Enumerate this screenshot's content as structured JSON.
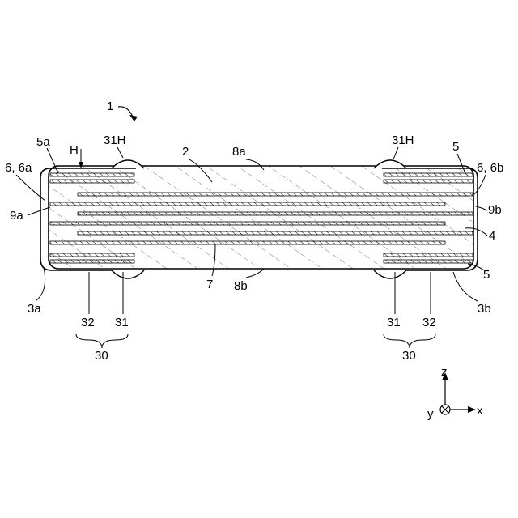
{
  "figure": {
    "ref_main": "1",
    "labels": {
      "body": "2",
      "end_left": "3a",
      "end_right": "3b",
      "inner_right": "4",
      "layer_5": "5",
      "layer_5a": "5a",
      "side_left": "6, 6a",
      "side_right": "6, 6b",
      "center": "7",
      "top_face": "8a",
      "bottom_face": "8b",
      "face_left": "9a",
      "face_right": "9b",
      "hole_left": "31H",
      "hole_right": "31H",
      "height": "H",
      "electrode_31": "31",
      "electrode_32": "32",
      "group_30": "30"
    },
    "axes": {
      "z": "z",
      "y": "y",
      "x": "x"
    }
  }
}
